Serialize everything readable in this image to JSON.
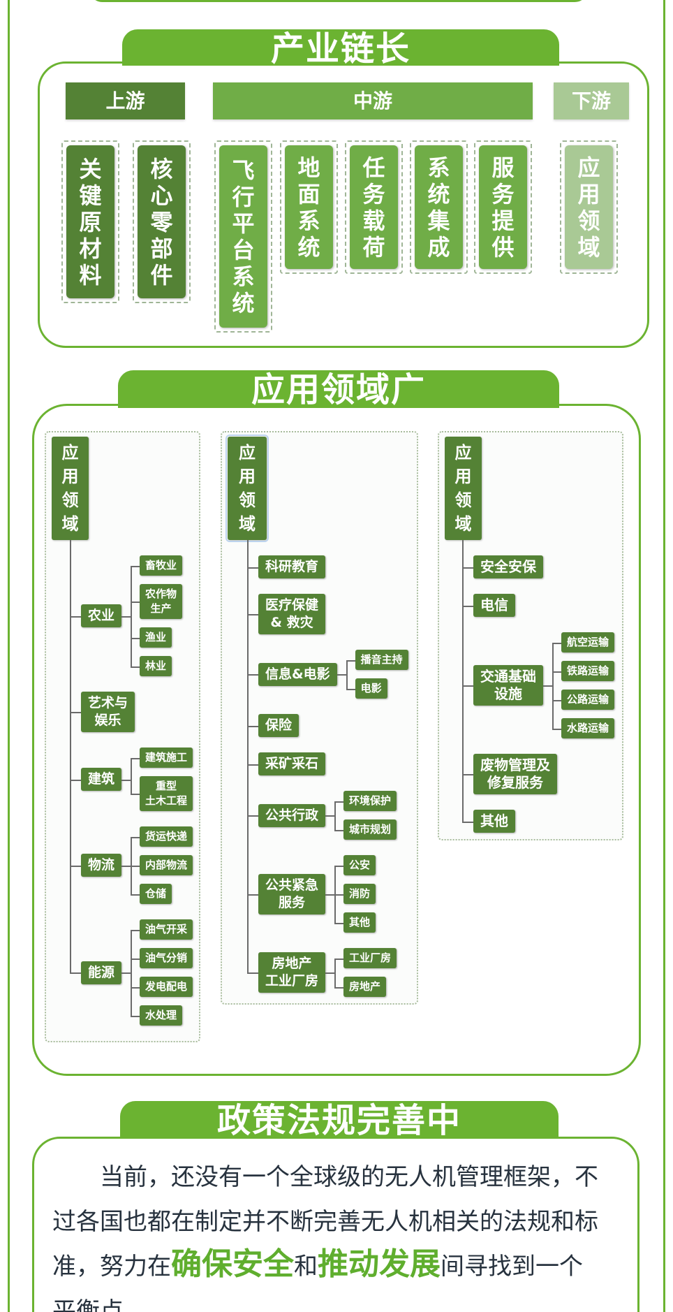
{
  "colors": {
    "accent": "#6bb331",
    "upstream": "#548235",
    "midstream": "#70ad47",
    "downstream": "#a9c995",
    "node": "#548235"
  },
  "chain": {
    "title": "产业链长",
    "upstream": {
      "label": "上游",
      "items": [
        "关键原材料",
        "核心零部件"
      ]
    },
    "midstream": {
      "label": "中游",
      "items": [
        "飞行平台系统",
        "地面系统",
        "任务载荷",
        "系统集成",
        "服务提供"
      ]
    },
    "downstream": {
      "label": "下游",
      "items": [
        "应用领域"
      ]
    }
  },
  "applications": {
    "title": "应用领域广",
    "maps": [
      {
        "root": "应用领域",
        "branches": [
          {
            "label": "农业",
            "children": [
              "畜牧业",
              "农作物\n生产",
              "渔业",
              "林业"
            ]
          },
          {
            "label": "艺术与\n娱乐",
            "children": []
          },
          {
            "label": "建筑",
            "children": [
              "建筑施工",
              "重型\n土木工程"
            ]
          },
          {
            "label": "物流",
            "children": [
              "货运快递",
              "内部物流",
              "仓储"
            ]
          },
          {
            "label": "能源",
            "children": [
              "油气开采",
              "油气分销",
              "发电配电",
              "水处理"
            ]
          }
        ]
      },
      {
        "root": "应用领域",
        "branches": [
          {
            "label": "科研教育",
            "children": []
          },
          {
            "label": "医疗保健\n& 救灾",
            "children": []
          },
          {
            "label": "信息&电影",
            "children": [
              "播音主持",
              "电影"
            ]
          },
          {
            "label": "保险",
            "children": []
          },
          {
            "label": "采矿采石",
            "children": []
          },
          {
            "label": "公共行政",
            "children": [
              "环境保护",
              "城市规划"
            ]
          },
          {
            "label": "公共紧急\n服务",
            "children": [
              "公安",
              "消防",
              "其他"
            ]
          },
          {
            "label": "房地产\n工业厂房",
            "children": [
              "工业厂房",
              "房地产"
            ]
          }
        ]
      },
      {
        "root": "应用领域",
        "branches": [
          {
            "label": "安全安保",
            "children": []
          },
          {
            "label": "电信",
            "children": []
          },
          {
            "label": "交通基础\n设施",
            "children": [
              "航空运输",
              "铁路运输",
              "公路运输",
              "水路运输"
            ]
          },
          {
            "label": "废物管理及\n修复服务",
            "children": []
          },
          {
            "label": "其他",
            "children": []
          }
        ]
      }
    ]
  },
  "policy": {
    "title": "政策法规完善中",
    "text_1": "当前，还没有一个全球级的无人机管理框架，不过各国也都在制定并不断完善无人机相关的法规和标准，努力在",
    "highlight_1": "确保安全",
    "text_2": "和",
    "highlight_2": "推动发展",
    "text_3": "间寻找到一个平衡点。"
  }
}
